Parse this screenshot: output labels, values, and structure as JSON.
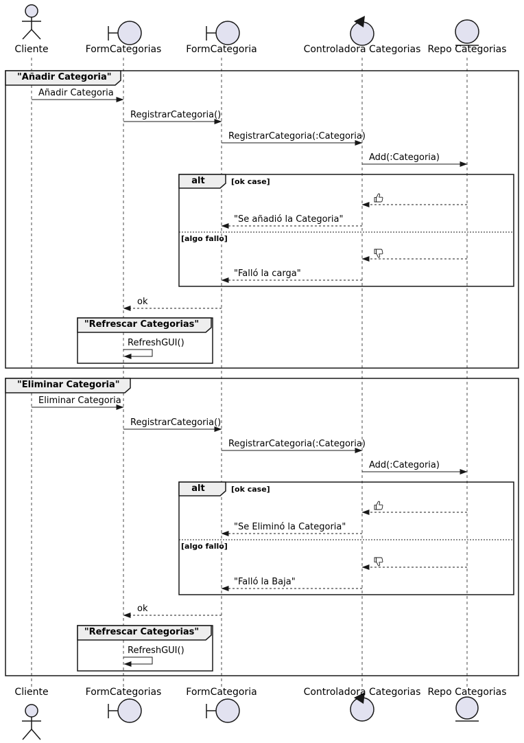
{
  "diagram_type": "uml-sequence",
  "colors": {
    "line": "#181818",
    "participant_fill": "#E2E2F0",
    "frame_label_fill": "#EEEEEE",
    "background": "#FFFFFF"
  },
  "participants": [
    {
      "label": "Cliente",
      "type": "actor"
    },
    {
      "label": "FormCategorias",
      "type": "boundary"
    },
    {
      "label": "FormCategoria",
      "type": "boundary"
    },
    {
      "label": "Controladora Categorias",
      "type": "control"
    },
    {
      "label": "Repo Categorias",
      "type": "entity"
    }
  ],
  "frames": [
    {
      "title": "\"Añadir Categoria\"",
      "messages": {
        "request": "Añadir Categoria",
        "register": "RegistrarCategoria()",
        "register_param": "RegistrarCategoria(:Categoria)",
        "add": "Add(:Categoria)",
        "ok_result": "\"Se añadió la Categoria\"",
        "fail_result": "\"Falló la carga\"",
        "return_ok": "ok",
        "refresh": "RefreshGUI()"
      },
      "alt": {
        "operator": "alt",
        "guard_ok": "[ok case]",
        "guard_fail": "[algo fallo]",
        "ok_icon": "thumbs-up",
        "fail_icon": "thumbs-down"
      },
      "inner_frame_title": "\"Refrescar Categorias\""
    },
    {
      "title": "\"Eliminar Categoria\"",
      "messages": {
        "request": "Eliminar Categoria",
        "register": "RegistrarCategoria()",
        "register_param": "RegistrarCategoria(:Categoria)",
        "add": "Add(:Categoria)",
        "ok_result": "\"Se Eliminó la Categoria\"",
        "fail_result": "\"Falló la Baja\"",
        "return_ok": "ok",
        "refresh": "RefreshGUI()"
      },
      "alt": {
        "operator": "alt",
        "guard_ok": "[ok case]",
        "guard_fail": "[algo fallo]",
        "ok_icon": "thumbs-up",
        "fail_icon": "thumbs-down"
      },
      "inner_frame_title": "\"Refrescar Categorias\""
    }
  ]
}
